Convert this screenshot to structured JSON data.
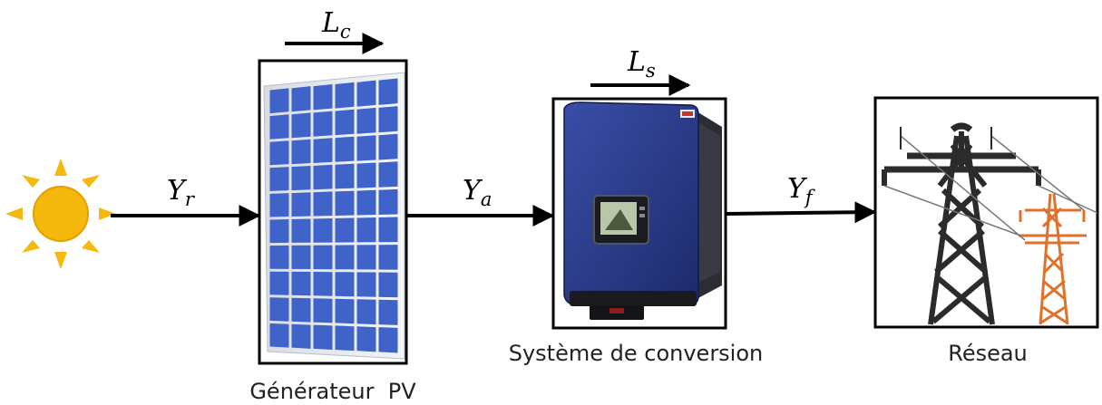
{
  "labels": {
    "yr": {
      "main": "Y",
      "sub": "r"
    },
    "ya": {
      "main": "Y",
      "sub": "a"
    },
    "yf": {
      "main": "Y",
      "sub": "f"
    },
    "lc": {
      "main": "L",
      "sub": "c"
    },
    "ls": {
      "main": "L",
      "sub": "s"
    }
  },
  "captions": {
    "generator": "Générateur  PV",
    "converter": "Système de conversion",
    "grid": "Réseau"
  },
  "colors": {
    "sun": "#f5b80c",
    "panel_cell": "#3f63c8",
    "inverter_body": "#27357f",
    "tower_dark": "#2b2b2b",
    "tower_orange": "#e0712b"
  },
  "icons": {
    "source": "sun-icon",
    "generator": "solar-panel-icon",
    "converter": "inverter-icon",
    "grid": "transmission-tower-icon"
  }
}
